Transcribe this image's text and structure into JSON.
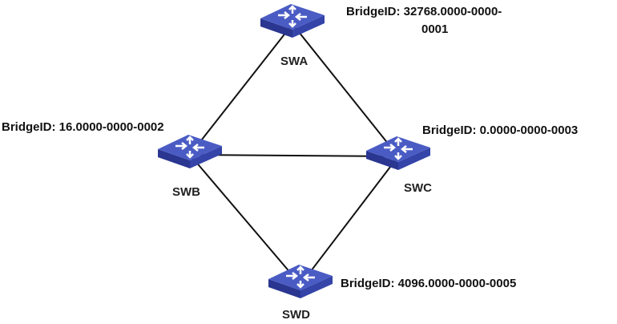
{
  "colors": {
    "top": "#4a5cc4",
    "side": "#2a3690",
    "front": "#3444a8",
    "link": "#111111"
  },
  "switches": [
    {
      "id": "SWA",
      "name": "SWA",
      "bridge_id_line1": "BridgeID: 32768.0000-0000-",
      "bridge_id_line2": "0001"
    },
    {
      "id": "SWB",
      "name": "SWB",
      "bridge_id_line1": "BridgeID: 16.0000-0000-0002"
    },
    {
      "id": "SWC",
      "name": "SWC",
      "bridge_id_line1": "BridgeID: 0.0000-0000-0003"
    },
    {
      "id": "SWD",
      "name": "SWD",
      "bridge_id_line1": "BridgeID: 4096.0000-0000-0005"
    }
  ],
  "links": [
    [
      "SWA",
      "SWB"
    ],
    [
      "SWA",
      "SWC"
    ],
    [
      "SWB",
      "SWC"
    ],
    [
      "SWB",
      "SWD"
    ],
    [
      "SWC",
      "SWD"
    ]
  ]
}
